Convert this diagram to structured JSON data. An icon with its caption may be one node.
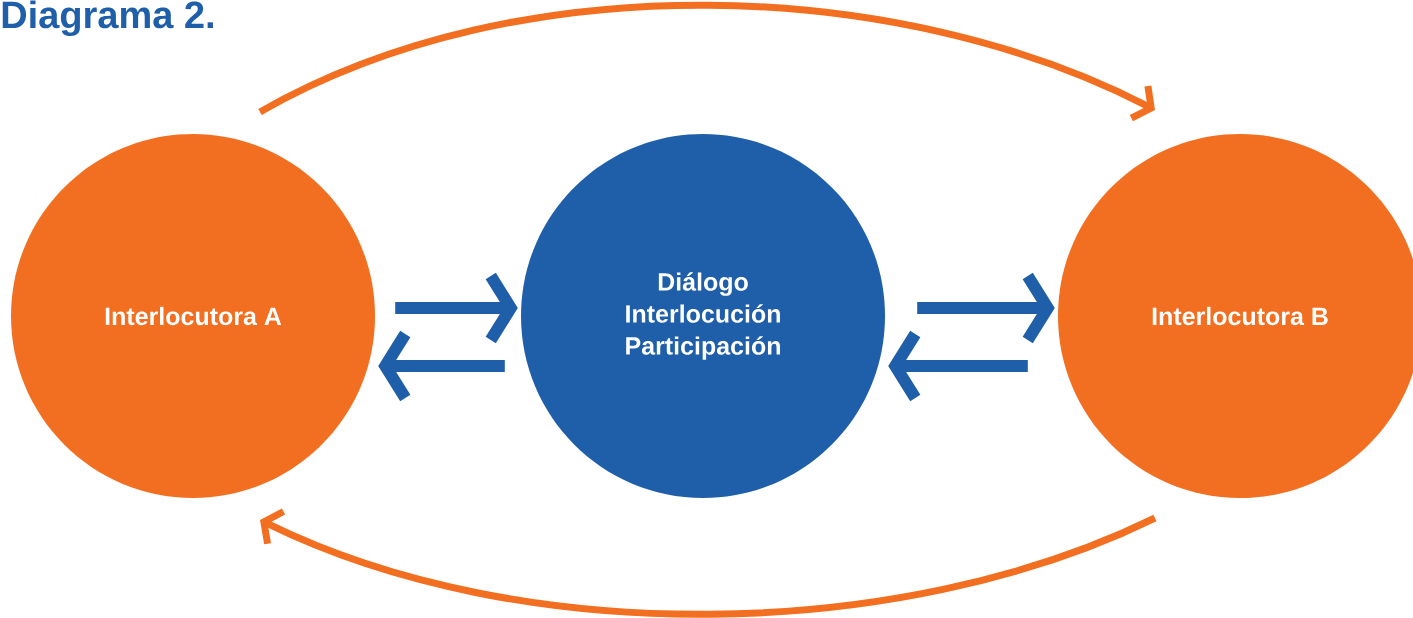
{
  "diagram": {
    "title": "Diagrama 2.",
    "nodes": [
      {
        "text": [
          "Interlocutora A"
        ]
      },
      {
        "text": [
          "Diálogo",
          "Interlocución",
          "Participación"
        ]
      },
      {
        "text": [
          "Interlocutora B"
        ]
      }
    ],
    "edges": [
      {
        "from": 0,
        "to": 1,
        "arrow": "to"
      },
      {
        "from": 1,
        "to": 0,
        "arrow": "to"
      },
      {
        "from": 1,
        "to": 2,
        "arrow": "to"
      },
      {
        "from": 2,
        "to": 1,
        "arrow": "to"
      },
      {
        "from": 0,
        "to": 2,
        "arrow": "to",
        "color": "#f26f21"
      },
      {
        "from": 2,
        "to": 0,
        "arrow": "to",
        "color": "#f26f21"
      }
    ]
  }
}
